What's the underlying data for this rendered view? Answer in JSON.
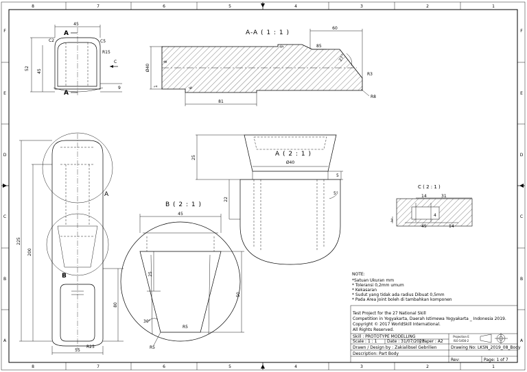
{
  "frame": {
    "columns": [
      "8",
      "7",
      "6",
      "5",
      "4",
      "3",
      "2",
      "1"
    ],
    "rows": [
      "F",
      "E",
      "D",
      "C",
      "B",
      "A"
    ]
  },
  "views": {
    "section_aa": {
      "title": "A-A ( 1 : 1 )",
      "dims": [
        "60",
        "85",
        "27°",
        "R3",
        "R8",
        "5",
        "Ø40",
        "8",
        "1",
        "6",
        "81"
      ]
    },
    "detail_a": {
      "title": "A ( 2 : 1 )",
      "dims": [
        "25",
        "Ø40",
        "5",
        "22",
        "5°"
      ]
    },
    "detail_b": {
      "title": "B ( 2 : 1 )",
      "dims": [
        "45",
        "25",
        "50",
        "30°",
        "R5",
        "R5"
      ]
    },
    "detail_c": {
      "title": "C ( 2 : 1 )",
      "dims": [
        "14",
        "31",
        "4",
        "3",
        "45",
        "14"
      ]
    },
    "front": {
      "dims": [
        "45",
        "C2",
        "C5",
        "R15",
        "52",
        "45",
        "9"
      ],
      "section_letter": "A",
      "view_arrow": "C"
    },
    "top": {
      "dims": [
        "225",
        "200",
        "80",
        "55",
        "R25"
      ],
      "label_a": "A",
      "label_b": "B"
    }
  },
  "notes": {
    "heading": "NOTE:",
    "lines": [
      "*Satuan Ukuran mm",
      "* Toleransi 0,2mm umum",
      "* Kekasaran",
      "* Sudut yang tidak ada radius Dibuat 0,5mm",
      "* Pada Area Joint boleh di tambahkan komponen"
    ]
  },
  "title_block": {
    "project_lines": [
      "Test Project for the 27 National Skill",
      "Competition in Yogyakarta, Daerah Istimewa Yogyakarta _ Indonesia 2019.",
      "Copyright © 2017 WorldSkill International.",
      "All Rights Reserved."
    ],
    "skill": "Skill : PROTOTYPE MODELLING",
    "scale": "Scale : 1 : 1",
    "date": "Date : 31/07/2023",
    "paper": "Paper : A2",
    "drawn_by": "Drawn / Design by : Zakialibsel Gebrilien",
    "drawing_no": "Drawing No: LKSN_2019_08_Body",
    "description": "Description: Part Body",
    "rev": "Rev:",
    "page": "Page: 1 of 7",
    "projection_line1": "Projection E",
    "projection_line2": "ISO 5456-2"
  }
}
